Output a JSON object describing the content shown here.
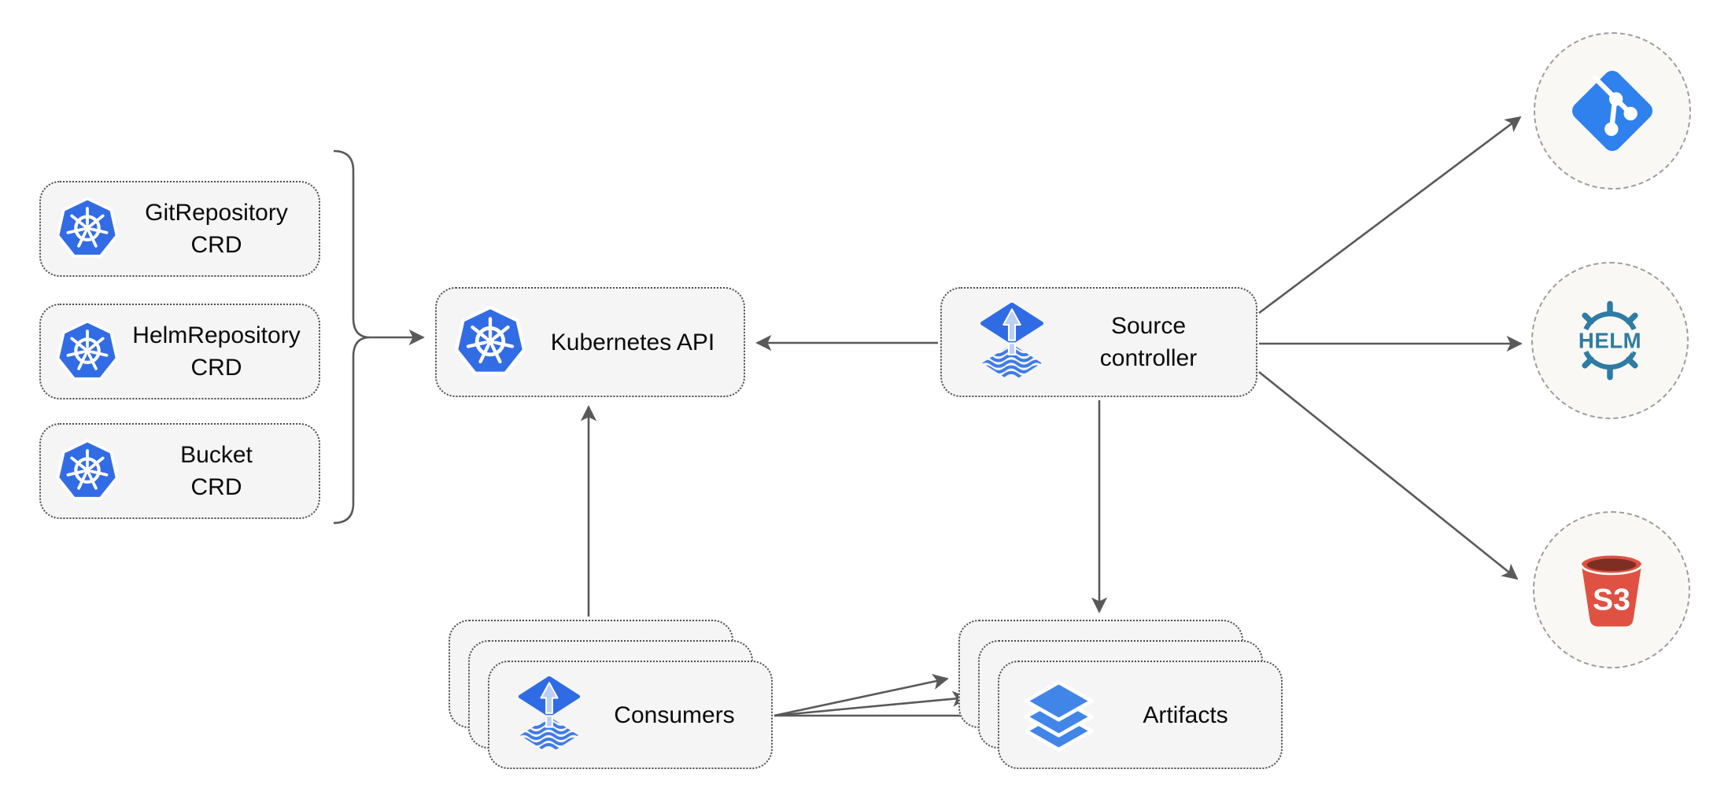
{
  "diagram_title": "",
  "colors": {
    "canvas_bg": "#ffffff",
    "node_fill": "#F5F5F5",
    "node_border": "#4d4d4d",
    "circle_fill": "#f9f8f5",
    "circle_border": "#9e9e9e",
    "arrow_gray": "#595959",
    "kubernetes_blue": "#326CE5",
    "flux_blue": "#2F6BE4",
    "flux_arrow": "#BCCFF4",
    "flux_stripe": "#3F7BE8",
    "layers_blue": "#4285E8",
    "git_blue": "#2F81ED",
    "helm_teal": "#2E7BA3",
    "s3_red": "#DF5142",
    "s3_dark": "#7D2F23"
  },
  "nodes": {
    "crds": [
      {
        "line1": "GitRepository",
        "line2": "CRD",
        "icon": "kubernetes-icon"
      },
      {
        "line1": "HelmRepository",
        "line2": "CRD",
        "icon": "kubernetes-icon"
      },
      {
        "line1": "Bucket",
        "line2": "CRD",
        "icon": "kubernetes-icon"
      }
    ],
    "kubernetes_api": {
      "label": "Kubernetes API",
      "icon": "kubernetes-icon"
    },
    "source_controller": {
      "line1": "Source",
      "line2": "controller",
      "icon": "flux-icon"
    },
    "consumers": {
      "label": "Consumers",
      "icon": "flux-icon",
      "stack_count": 3
    },
    "artifacts": {
      "label": "Artifacts",
      "icon": "layers-icon",
      "stack_count": 3
    }
  },
  "externals": [
    {
      "icon": "git-icon",
      "label": ""
    },
    {
      "icon": "helm-icon",
      "label": "HELM"
    },
    {
      "icon": "s3-icon",
      "label": "S3"
    }
  ],
  "edges": [
    {
      "from": "crd-group",
      "to": "kubernetes-api"
    },
    {
      "from": "source-controller",
      "to": "kubernetes-api"
    },
    {
      "from": "consumers",
      "to": "kubernetes-api"
    },
    {
      "from": "source-controller",
      "to": "artifacts"
    },
    {
      "from": "source-controller",
      "to": "git"
    },
    {
      "from": "source-controller",
      "to": "helm"
    },
    {
      "from": "source-controller",
      "to": "s3"
    },
    {
      "from": "consumers",
      "to": "artifacts",
      "count": 3
    }
  ]
}
